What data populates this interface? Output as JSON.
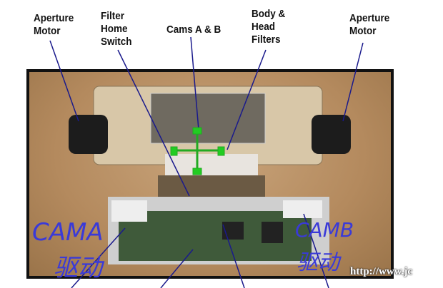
{
  "labels": {
    "aperture_motor_left": "Aperture\nMotor",
    "filter_home_switch": "Filter\nHome\nSwitch",
    "cams": "Cams A & B",
    "body_head_filters": "Body &\nHead\nFilters",
    "aperture_motor_right": "Aperture\nMotor"
  },
  "handwritten": {
    "cam_a": "CAMA",
    "cam_a_drive": "驱动",
    "cam_b": "CAMB",
    "cam_b_drive": "驱动"
  },
  "watermark": "http://www.jc",
  "colors": {
    "pointer_line": "#1a1a8c",
    "marker": "#22cc22",
    "handwriting": "#3a3ad8"
  }
}
